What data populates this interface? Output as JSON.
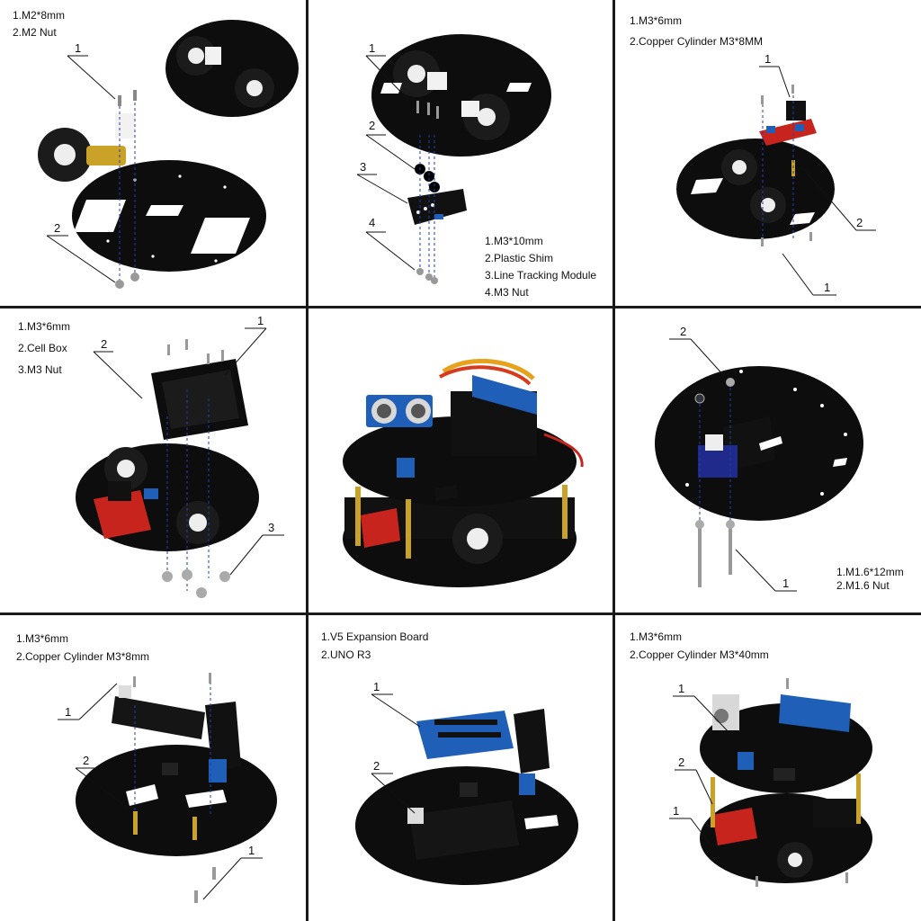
{
  "panels": [
    {
      "id": "p1",
      "legend": [
        "1.M2*8mm",
        "2.M2 Nut"
      ],
      "callouts": [
        "1",
        "2"
      ]
    },
    {
      "id": "p2",
      "legend": [
        "1.M3*10mm",
        "2.Plastic Shim",
        "3.Line Tracking Module",
        "4.M3 Nut"
      ],
      "callouts": [
        "1",
        "2",
        "3",
        "4"
      ]
    },
    {
      "id": "p3",
      "legend": [
        "1.M3*6mm",
        "2.Copper Cylinder M3*8MM"
      ],
      "callouts": [
        "1",
        "2",
        "1"
      ]
    },
    {
      "id": "p4",
      "legend": [
        "1.M3*6mm",
        "2.Cell Box",
        "3.M3 Nut"
      ],
      "callouts": [
        "1",
        "2",
        "3"
      ]
    },
    {
      "id": "p5",
      "legend": [],
      "callouts": []
    },
    {
      "id": "p6",
      "legend": [
        "1.M1.6*12mm",
        "2.M1.6 Nut"
      ],
      "callouts": [
        "2",
        "1"
      ]
    },
    {
      "id": "p7",
      "legend": [
        "1.M3*6mm",
        "2.Copper Cylinder M3*8mm"
      ],
      "callouts": [
        "1",
        "2",
        "1"
      ]
    },
    {
      "id": "p8",
      "legend": [
        "1.V5 Expansion Board",
        "2.UNO R3"
      ],
      "callouts": [
        "1",
        "2"
      ]
    },
    {
      "id": "p9",
      "legend": [
        "1.M3*6mm",
        "2.Copper Cylinder M3*40mm"
      ],
      "callouts": [
        "1",
        "2",
        "1"
      ]
    }
  ],
  "colors": {
    "plate": "#0d0d0d",
    "tire": "#1b1b1b",
    "hub": "#f2f2f2",
    "pcb_red": "#c8241e",
    "pcb_blue": "#1f5fb8",
    "brass": "#c9a227",
    "grid": "#1a1a1a"
  }
}
